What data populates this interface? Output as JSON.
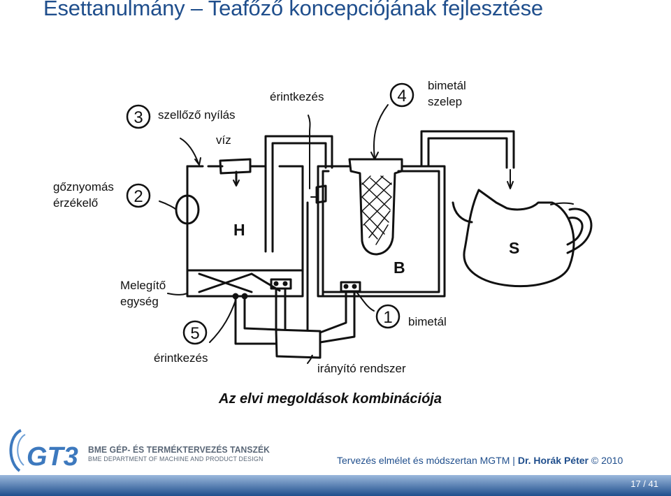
{
  "slide": {
    "title": "Esettanulmány – Teafőző koncepciójának fejlesztése",
    "caption": "Az elvi megoldások kombinációja",
    "page": "17 / 41"
  },
  "diagram": {
    "labels": {
      "erintkezes_top": "érintkezés",
      "bimetal_szelep_1": "bimetál",
      "bimetal_szelep_2": "szelep",
      "szellozo": "szellőző nyílás",
      "viz": "víz",
      "goznyomas_1": "gőznyomás",
      "goznyomas_2": "érzékelő",
      "melegito_1": "Melegítő",
      "melegito_2": "egység",
      "bimetal": "bimetál",
      "erintkezes_bottom": "érintkezés",
      "iranyito": "irányító rendszer"
    },
    "vessels": {
      "h": "H",
      "b": "B",
      "s": "S"
    },
    "numbers": [
      "1",
      "2",
      "3",
      "4",
      "5"
    ]
  },
  "footer": {
    "course": "Tervezés elmélet és módszertan MGTM | ",
    "author": "Dr. Horák Péter",
    "copyright": " © 2010",
    "dept_hu": "BME GÉP- ÉS TERMÉKTERVEZÉS TANSZÉK",
    "dept_en": "BME DEPARTMENT OF MACHINE AND PRODUCT DESIGN",
    "logo_text": "GT3"
  },
  "colors": {
    "title": "#1f4e8c",
    "footer_bar": "#1f4e8c",
    "logo": "#3d79be"
  }
}
